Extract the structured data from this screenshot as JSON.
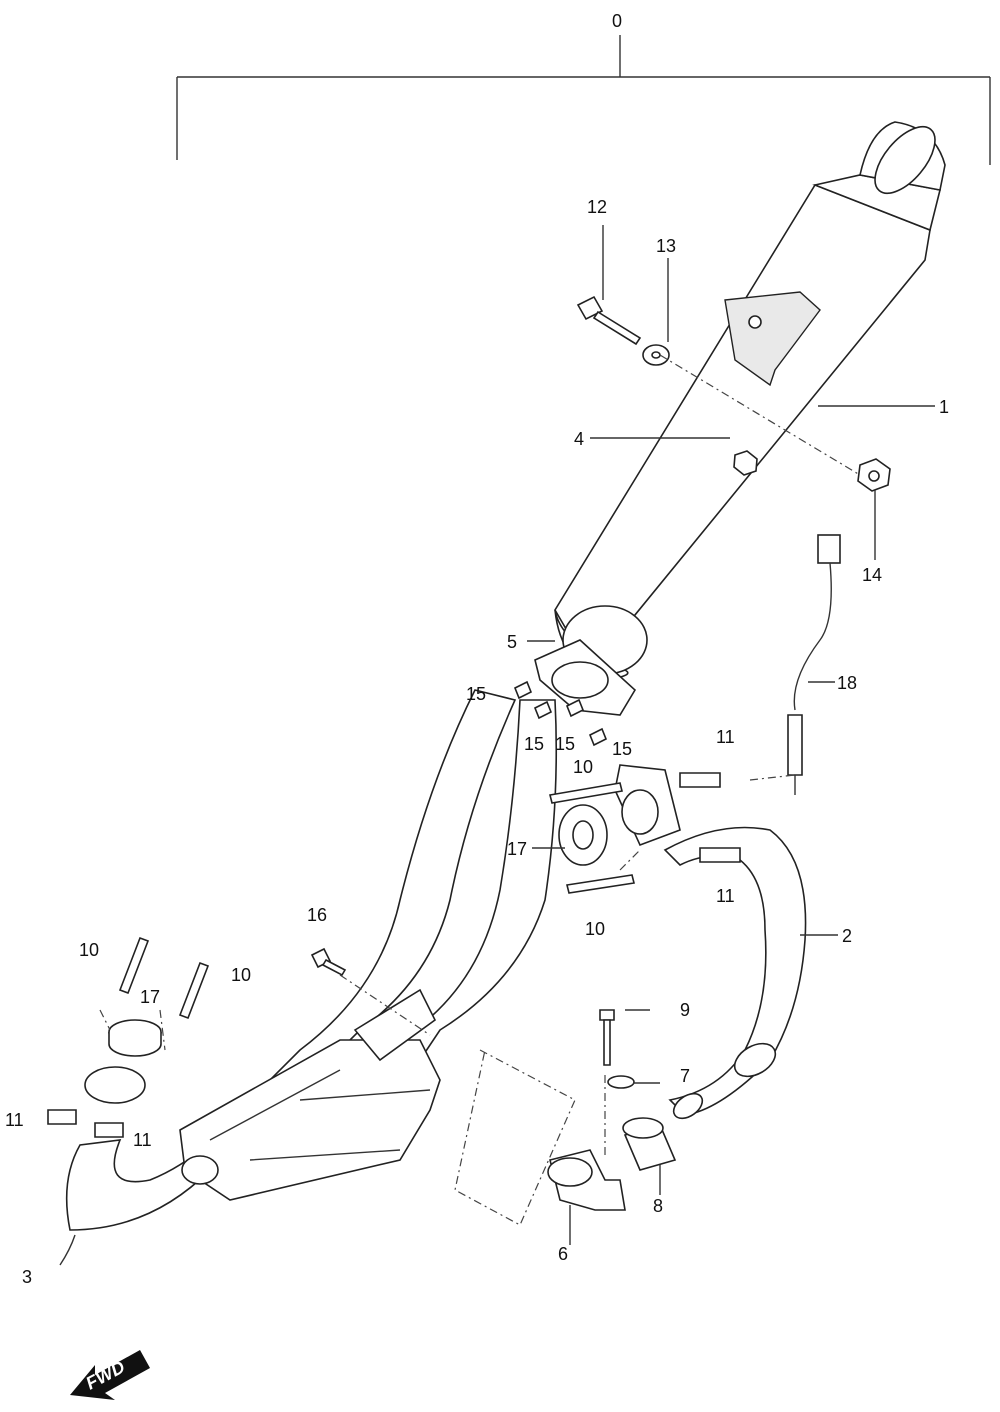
{
  "diagram": {
    "assembly_label": "0",
    "fwd_label": "FWD",
    "callouts": {
      "c1": "1",
      "c2": "2",
      "c3": "3",
      "c4": "4",
      "c5": "5",
      "c6": "6",
      "c7": "7",
      "c8": "8",
      "c9": "9",
      "c10a": "10",
      "c10b": "10",
      "c10c": "10",
      "c10d": "10",
      "c11a": "11",
      "c11b": "11",
      "c11c": "11",
      "c11d": "11",
      "c12": "12",
      "c13": "13",
      "c14": "14",
      "c15a": "15",
      "c15b": "15",
      "c15c": "15",
      "c15d": "15",
      "c16": "16",
      "c17a": "17",
      "c17b": "17",
      "c18": "18"
    }
  }
}
